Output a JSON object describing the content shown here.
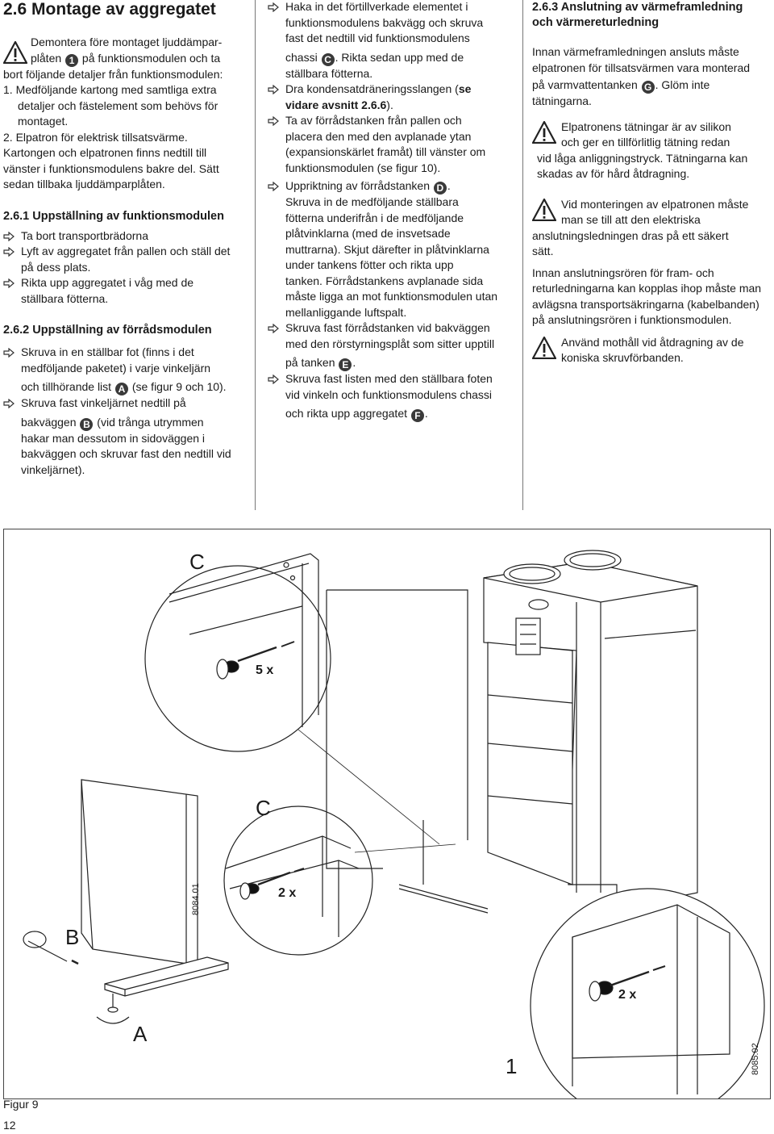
{
  "col1": {
    "title": "2.6 Montage av aggregatet",
    "warning1": {
      "line1": "Demontera före montaget ljuddämpar-",
      "line2a": "plåten ",
      "badge1": "1",
      "line2b": " på funktionsmodulen och ta",
      "lines": [
        "bort följande detaljer från funktionsmodulen:",
        "1. Medföljande kartong med samtliga extra",
        "    detaljer och fästelement som behövs för",
        "    montaget.",
        "2. Elpatron för elektrisk tillsatsvärme.",
        "Kartongen och elpatronen finns nedtill till",
        "vänster i funktionsmodulens bakre del. Sätt",
        "sedan tillbaka ljuddämparplåten."
      ]
    },
    "sec1": {
      "heading": "2.6.1 Uppställning av funktionsmodulen",
      "items": [
        [
          "Ta bort transportbrädorna"
        ],
        [
          "Lyft av aggregatet från pallen och ställ det",
          "på dess plats."
        ],
        [
          "Rikta upp aggregatet i våg med de",
          "ställbara fötterna."
        ]
      ]
    },
    "sec2": {
      "heading": "2.6.2 Uppställning av förrådsmodulen",
      "item1": [
        "Skruva in en ställbar fot (finns i det",
        "medföljande paketet) i varje vinkeljärn"
      ],
      "item1_l3a": "och tillhörande list ",
      "item1_badge": "A",
      "item1_l3b": " (se figur 9 och 10).",
      "item2_l1": "Skruva fast vinkeljärnet nedtill på",
      "item2_l2a": "bakväggen ",
      "item2_badge": "B",
      "item2_l2b": " (vid trånga utrymmen",
      "item2_rest": [
        "hakar man dessutom in sidoväggen i",
        "bakväggen och skruvar fast den nedtill vid",
        "vinkeljärnet)."
      ]
    }
  },
  "col2": {
    "i1": [
      "Haka in det förtillverkade elementet i",
      "funktionsmodulens bakvägg och skruva",
      "fast det nedtill vid funktionsmodulens"
    ],
    "i1_l4a": "chassi ",
    "i1_badge": "C",
    "i1_l4b": ". Rikta sedan upp med de",
    "i1_l5": "ställbara fötterna.",
    "i2_l1a": "Dra kondensatdräneringsslangen (",
    "i2_l1b": "se",
    "i2_l2": "vidare avsnitt 2.6.6",
    "i2_l2b": ").",
    "i3": [
      "Ta av förrådstanken från pallen och",
      "placera den med den avplanade ytan",
      "(expansionskärlet framåt) till vänster om",
      "funktionsmodulen (se figur 10)."
    ],
    "i4a": "Uppriktning av förrådstanken ",
    "i4_badge": "D",
    "i4b": ".",
    "i4_rest": [
      "Skruva in de medföljande ställbara",
      "fötterna underifrån i de medföljande",
      "plåtvinklarna (med de insvetsade",
      "muttrarna). Skjut därefter in plåtvinklarna",
      "under tankens fötter och rikta upp",
      "tanken. Förrådstankens avplanade sida",
      "måste ligga an mot funktionsmodulen utan",
      "mellanliggande luftspalt."
    ],
    "i5": [
      "Skruva fast förrådstanken vid bakväggen",
      "med den rörstyrningsplåt som sitter upptill"
    ],
    "i5_l3a": "på tanken ",
    "i5_badge": "E",
    "i5_l3b": ".",
    "i6": [
      "Skruva fast listen med den ställbara foten",
      "vid vinkeln och funktionsmodulens chassi"
    ],
    "i6_l3a": "och rikta upp aggregatet ",
    "i6_badge": "F",
    "i6_l3b": "."
  },
  "col3": {
    "heading": [
      "2.6.3 Anslutning av värmeframledning",
      "och värmereturledning"
    ],
    "p1": [
      "Innan värmeframledningen ansluts måste",
      "elpatronen för tillsatsvärmen vara monterad"
    ],
    "p1_l3a": "på varmvattentanken ",
    "p1_badge": "G",
    "p1_l3b": ". Glöm inte",
    "p1_l4": "tätningarna.",
    "warn1": [
      "Elpatronens tätningar är av silikon",
      "och ger en tillförlitlig tätning redan",
      "vid låga anliggningstryck. Tätningarna kan",
      "skadas av för hård åtdragning."
    ],
    "warn2": [
      "Vid monteringen av elpatronen måste",
      "man se till att den elektriska",
      "anslutningsledningen dras på ett säkert",
      "sätt."
    ],
    "p2": [
      "Innan anslutningsrören för fram- och",
      "returledningarna kan kopplas ihop måste man",
      "avlägsna transportsäkringarna (kabelbanden)",
      "på anslutningsrören i funktionsmodulen."
    ],
    "warn3": [
      "Använd mothåll vid åtdragning av de",
      "koniska skruvförbanden."
    ]
  },
  "figure": {
    "label_c_top": "C",
    "label_5x": "5 x",
    "label_c_mid": "C",
    "label_2x_left": "2 x",
    "label_b": "B",
    "label_a": "A",
    "label_1": "1",
    "label_2x_right": "2 x",
    "code_left": "8084.01",
    "code_right": "8085.02"
  },
  "footer": {
    "caption": "Figur 9",
    "page": "12"
  }
}
